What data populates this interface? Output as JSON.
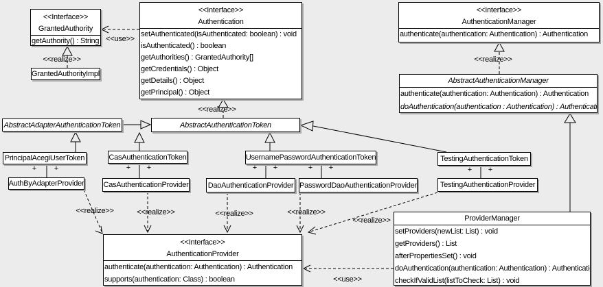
{
  "labels": {
    "use": "<<use>>",
    "realize": "<<realize>>",
    "plus": "+"
  },
  "colors": {
    "background": "#ececec",
    "box_fill": "#ffffff",
    "line": "#000000",
    "shadow": "#a9a9a9"
  },
  "classes": {
    "granted_authority": {
      "stereotype": "<<Interface>>",
      "name": "GrantedAuthority",
      "methods": [
        "getAuthority() : String"
      ]
    },
    "granted_authority_impl": {
      "name": "GrantedAuthorityImpl"
    },
    "authentication": {
      "stereotype": "<<Interface>>",
      "name": "Authentication",
      "methods": [
        "setAuthenticated(isAuthenticated: boolean) : void",
        "isAuthenticated() : boolean",
        "getAuthorities() : GrantedAuthority[]",
        "getCredentials() : Object",
        "getDetails() : Object",
        "getPrincipal() : Object"
      ]
    },
    "authentication_manager": {
      "stereotype": "<<Interface>>",
      "name": "AuthenticationManager",
      "methods": [
        "authenticate(authentication: Authentication) : Authentication"
      ]
    },
    "abstract_authentication_manager": {
      "name": "AbstractAuthenticationManager",
      "methods": [
        "authenticate(authentication: Authentication) : Authentication",
        "doAuthentication(authentication : Authentication) : Authentication"
      ]
    },
    "abstract_adapter_authentication_token": {
      "name": "AbstractAdapterAuthenticationToken"
    },
    "abstract_authentication_token": {
      "name": "AbstractAuthenticationToken"
    },
    "principal_acegi_user_token": {
      "name": "PrincipalAcegiUserToken"
    },
    "auth_by_adapter_provider": {
      "name": "AuthByAdapterProvider"
    },
    "cas_authentication_token": {
      "name": "CasAuthenticationToken"
    },
    "cas_authentication_provider": {
      "name": "CasAuthenticationProvider"
    },
    "username_password_authentication_token": {
      "name": "UsernamePasswordAuthenticationToken"
    },
    "dao_authentication_provider": {
      "name": "DaoAuthenticationProvider"
    },
    "password_dao_authentication_provider": {
      "name": "PasswordDaoAuthenticationProvider"
    },
    "testing_authentication_token": {
      "name": "TestingAuthenticationToken"
    },
    "testing_authentication_provider": {
      "name": "TestingAuthenticationProvider"
    },
    "provider_manager": {
      "name": "ProviderManager",
      "methods": [
        "setProviders(newList: List) : void",
        "getProviders() : List",
        "afterPropertiesSet() : void",
        "doAuthentication(authentication: Authentication) : Authentication",
        "checkIfValidList(listToCheck: List) : void"
      ]
    },
    "authentication_provider": {
      "stereotype": "<<Interface>>",
      "name": "AuthenticationProvider",
      "methods": [
        "authenticate(authentication: Authentication) : Authentication",
        "supports(authentication: Class) : boolean"
      ]
    }
  }
}
